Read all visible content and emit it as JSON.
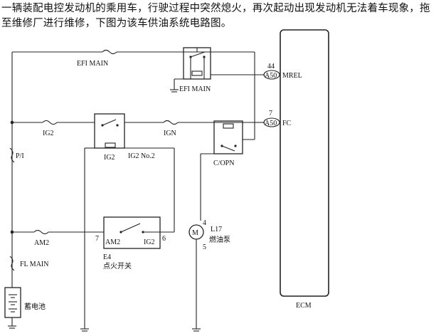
{
  "question_text": "一辆装配电控发动机的乘用车，行驶过程中突然熄火，再次起动出现发动机无法着车现象，拖至维修厂进行维修，下图为该车供油系统电路图。",
  "diagram": {
    "fuses": {
      "efi_main": "EFI MAIN",
      "ig2": "IG2",
      "ign": "IGN",
      "pi": "P/I",
      "am2": "AM2",
      "fl_main": "FL MAIN",
      "ig2_no2": "IG2 No.2"
    },
    "relays": {
      "efi_main_relay": "EFI MAIN",
      "ig2_relay": "IG2",
      "copn_relay": "C/OPN"
    },
    "ecm": {
      "label": "ECM",
      "pin_mrel": {
        "number": "44",
        "connector": "A50",
        "signal": "MREL"
      },
      "pin_fc": {
        "number": "7",
        "connector": "A50",
        "signal": "FC"
      }
    },
    "ignition_switch": {
      "code": "E4",
      "name": "点火开关",
      "pin_am2": "7",
      "pin_ig2": "6",
      "label_am2": "AM2",
      "label_ig2": "IG2"
    },
    "fuel_pump": {
      "code": "L17",
      "name": "燃油泵",
      "symbol": "M",
      "pin_top": "4",
      "pin_bottom": "5"
    },
    "battery": {
      "name": "蓄电池"
    }
  }
}
